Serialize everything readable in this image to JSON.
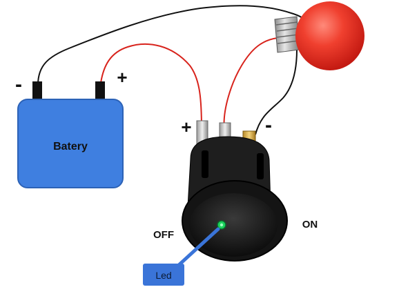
{
  "battery": {
    "label": "Batery",
    "negative_sign": "-",
    "positive_sign": "+",
    "color": "#3f7fe0"
  },
  "switch": {
    "terminal_plus_sign": "+",
    "terminal_minus_sign": "-",
    "off_label": "OFF",
    "on_label": "ON",
    "body_color": "#1a1a1a",
    "indicator_color": "#1bd15c"
  },
  "led_tag": {
    "label": "Led",
    "color": "#3a74d8"
  },
  "bulb": {
    "color": "#ef3a2e"
  },
  "wires": {
    "black": "#111111",
    "red": "#d8231c"
  }
}
